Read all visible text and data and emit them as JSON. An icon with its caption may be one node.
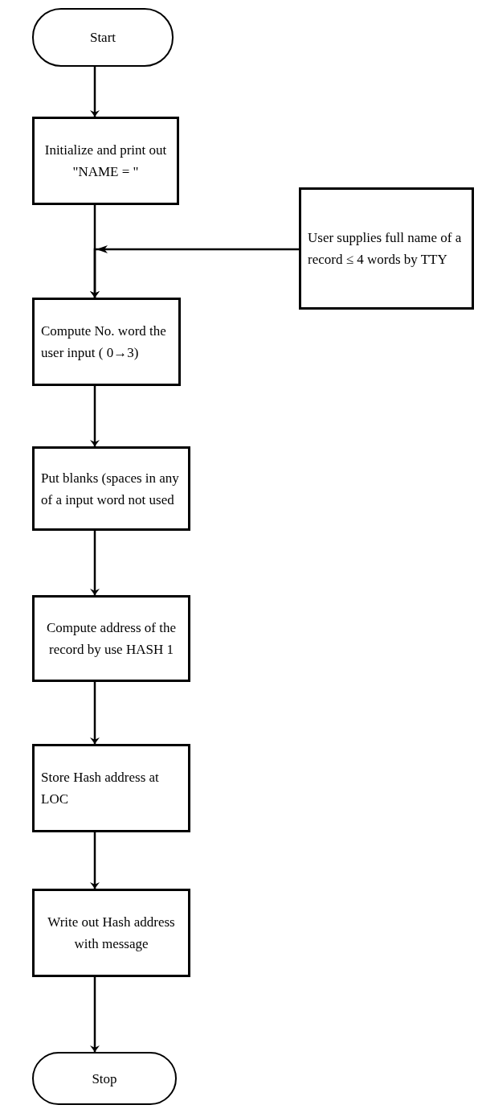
{
  "diagram": {
    "nodes": [
      {
        "text": [
          "Start"
        ]
      },
      {
        "text": [
          "Initialize and print out \"NAME = \""
        ]
      },
      {
        "text": [
          "User supplies full name of a record ≤ 4 words by TTY"
        ]
      },
      {
        "text": [
          "Compute No. word the user input ( 0→3)"
        ]
      },
      {
        "text": [
          "Put blanks (spaces in any of a input word not used"
        ]
      },
      {
        "text": [
          "Compute address of the record by use HASH 1"
        ]
      },
      {
        "text": [
          "Store Hash address at LOC"
        ]
      },
      {
        "text": [
          "Write out Hash address with message"
        ]
      },
      {
        "text": [
          "Stop"
        ]
      }
    ],
    "edges": [
      {
        "from": 0,
        "to": 1,
        "arrow": "to"
      },
      {
        "from": 1,
        "to": 3,
        "arrow": "to"
      },
      {
        "from": 2,
        "to": 3,
        "arrow": "to"
      },
      {
        "from": 3,
        "to": 4,
        "arrow": "to"
      },
      {
        "from": 4,
        "to": 5,
        "arrow": "to"
      },
      {
        "from": 5,
        "to": 6,
        "arrow": "to"
      },
      {
        "from": 6,
        "to": 7,
        "arrow": "to"
      },
      {
        "from": 7,
        "to": 8,
        "arrow": "to"
      }
    ]
  }
}
